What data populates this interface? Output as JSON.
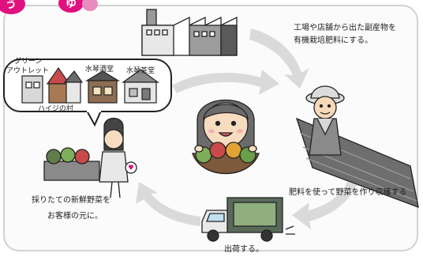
{
  "header": {
    "badge_left": "う",
    "badge_right": "ゆ"
  },
  "steps": {
    "factory": {
      "line1": "工場や店舗から出た副産物を",
      "line2": "有機栽培肥料にする。"
    },
    "farmer": {
      "text": "肥料を使って野菜を作り収穫する"
    },
    "truck": {
      "text": "出荷する。"
    },
    "stall": {
      "line1": "採りたての新鮮野菜を",
      "line2": "お客様の元に。"
    }
  },
  "bubble": {
    "shop1_line1": "グリーン",
    "shop1_line2": "アウトレット",
    "shop2": "ハイジの村",
    "shop3": "水琴酒堂",
    "shop4": "水琴茶堂"
  },
  "colors": {
    "arrow": "#d9d9d9",
    "badge": "#e0117f",
    "frame": "#d2d2d2",
    "outline": "#222222"
  },
  "icons": [
    "factory-icon",
    "farmer-icon",
    "vegetable-girl-icon",
    "truck-icon",
    "stall-icon",
    "shop-icon",
    "cycle-arrow-icon"
  ]
}
